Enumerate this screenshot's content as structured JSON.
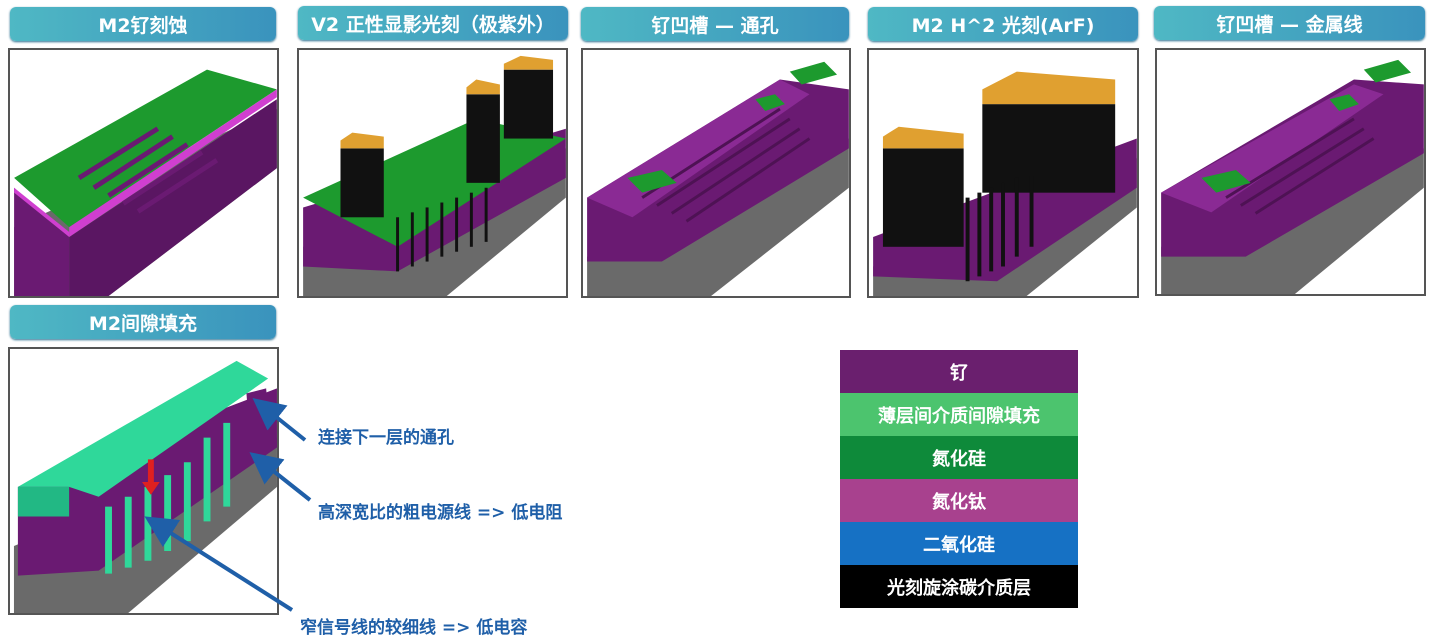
{
  "panels": [
    {
      "title": "M2钌刻蚀"
    },
    {
      "title": "V2 正性显影光刻（极紫外）"
    },
    {
      "title": "钌凹槽 — 通孔"
    },
    {
      "title": "M2 H^2 光刻(ArF)"
    },
    {
      "title": "钌凹槽 — 金属线"
    },
    {
      "title": "M2间隙填充"
    }
  ],
  "annotations": [
    {
      "text": "连接下一层的通孔"
    },
    {
      "text": "高深宽比的粗电源线 => 低电阻"
    },
    {
      "text": "窄信号线的较细线 => 低电容"
    }
  ],
  "legend": [
    {
      "label": "钌",
      "color": "#6a1f6e"
    },
    {
      "label": "薄层间介质间隙填充",
      "color": "#4cc46e"
    },
    {
      "label": "氮化硅",
      "color": "#0e8a3a"
    },
    {
      "label": "氮化钛",
      "color": "#a8418e"
    },
    {
      "label": "二氧化硅",
      "color": "#1671c4"
    },
    {
      "label": "光刻旋涂碳介质层",
      "color": "#000000"
    }
  ],
  "colors": {
    "ru": "#6a1a72",
    "ru_dark": "#4e1254",
    "sin": "#1d9a2e",
    "tin": "#d03fd0",
    "base": "#6a6a6a",
    "soc": "#111111",
    "resist": "#e0a030",
    "fill": "#2fd89a",
    "annot": "#1f5fa8",
    "arrow_red": "#e02020"
  }
}
